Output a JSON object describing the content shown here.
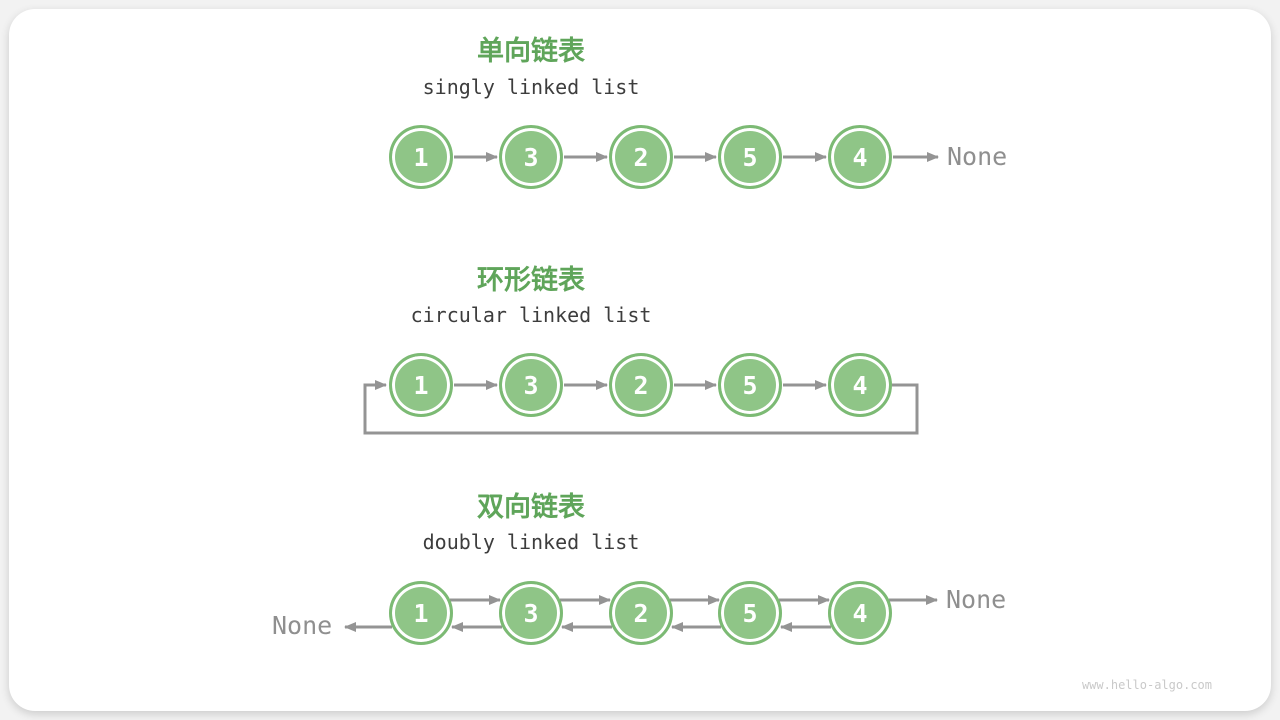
{
  "page": {
    "watermark": "www.hello-algo.com"
  },
  "colors": {
    "node_fill": "#8fc587",
    "node_border": "#7cba74",
    "title_green": "#5fa55a",
    "arrow_gray": "#949494",
    "text_dark": "#3d3d3d",
    "none_gray": "#8f8f8f"
  },
  "sections": {
    "singly": {
      "title": "单向链表",
      "subtitle": "singly linked list",
      "nodes": [
        "1",
        "3",
        "2",
        "5",
        "4"
      ],
      "tail_label": "None"
    },
    "circular": {
      "title": "环形链表",
      "subtitle": "circular linked list",
      "nodes": [
        "1",
        "3",
        "2",
        "5",
        "4"
      ]
    },
    "doubly": {
      "title": "双向链表",
      "subtitle": "doubly linked list",
      "nodes": [
        "1",
        "3",
        "2",
        "5",
        "4"
      ],
      "head_label": "None",
      "tail_label": "None"
    }
  }
}
